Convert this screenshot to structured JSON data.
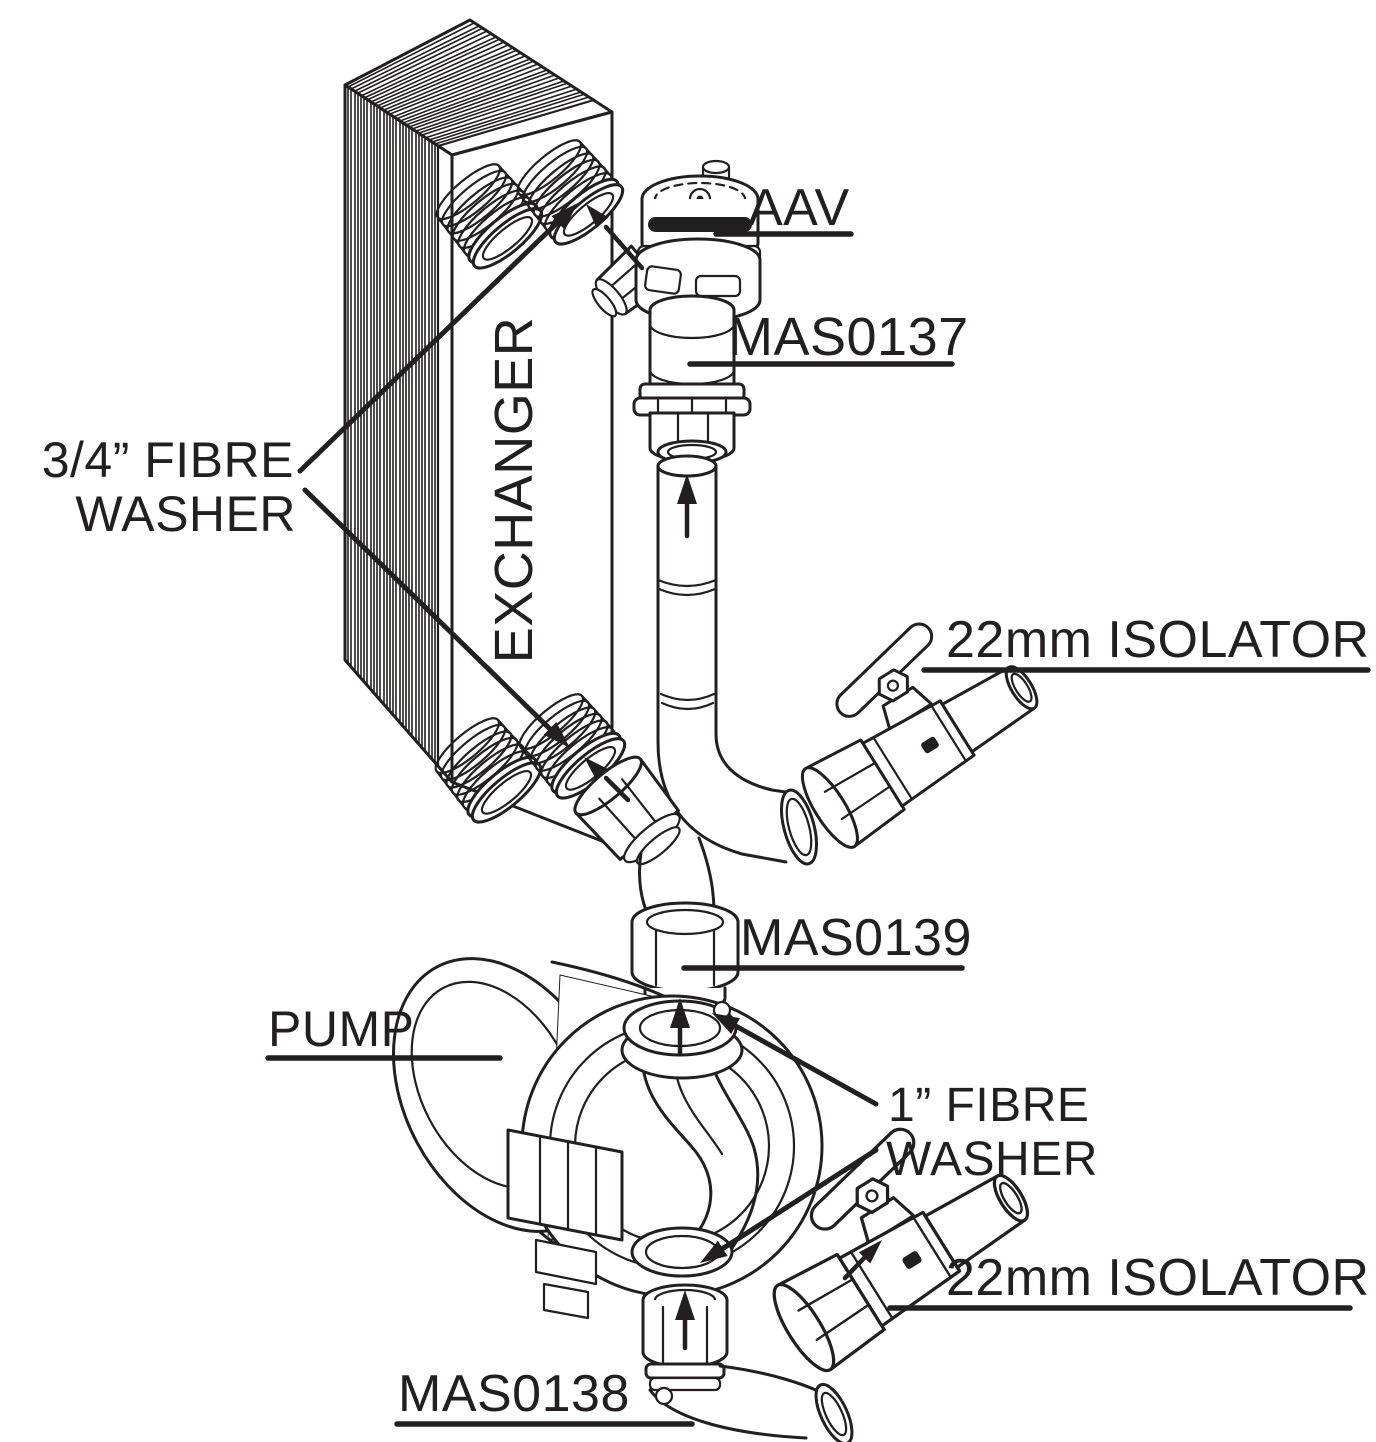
{
  "colors": {
    "ink": "#231f20",
    "paper": "#ffffff"
  },
  "labels": {
    "aav": "AAV",
    "mas0137": "MAS0137",
    "fibre_washer_34_line1": "3/4” FIBRE",
    "fibre_washer_34_line2": "WASHER",
    "exchanger": "EXCHANGER",
    "isolator_top": "22mm ISOLATOR",
    "mas0139": "MAS0139",
    "pump": "PUMP",
    "fibre_washer_1_line1": "1” FIBRE",
    "fibre_washer_1_line2": "WASHER",
    "isolator_bottom": "22mm ISOLATOR",
    "mas0138": "MAS0138"
  }
}
